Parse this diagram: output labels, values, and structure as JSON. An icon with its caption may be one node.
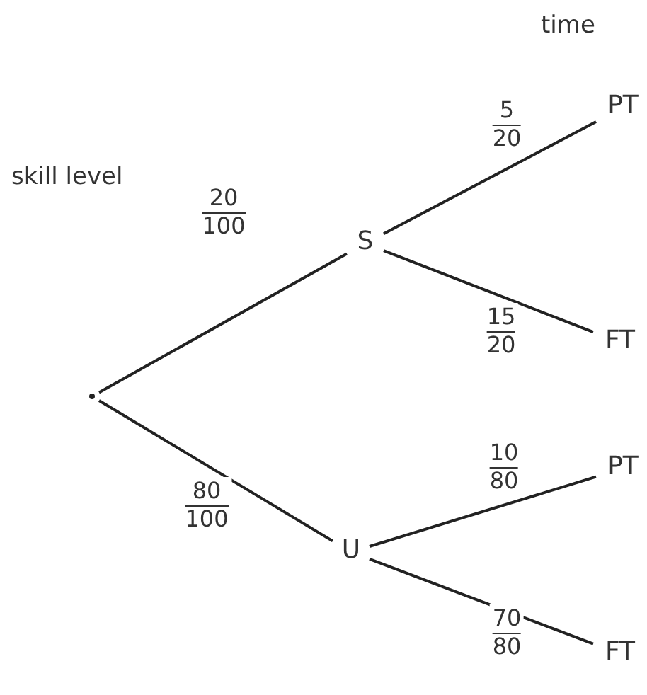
{
  "diagram": {
    "nodes": [
      {
        "text": [],
        "shape": "point"
      },
      {
        "text": [
          "S"
        ]
      },
      {
        "text": [
          "U"
        ]
      },
      {
        "text": [
          "PT"
        ]
      },
      {
        "text": [
          "FT"
        ]
      },
      {
        "text": [
          "PT"
        ]
      },
      {
        "text": [
          "FT"
        ]
      }
    ],
    "edges": [
      {
        "from": 0,
        "to": 1,
        "arrow": "none",
        "label": "20 100"
      },
      {
        "from": 0,
        "to": 2,
        "arrow": "none",
        "label": "80 100"
      },
      {
        "from": 1,
        "to": 3,
        "arrow": "none",
        "label": "5 20"
      },
      {
        "from": 1,
        "to": 4,
        "arrow": "none",
        "label": "15 20"
      },
      {
        "from": 2,
        "to": 5,
        "arrow": "none",
        "label": "10 80"
      },
      {
        "from": 2,
        "to": 6,
        "arrow": "none",
        "label": "70 80"
      }
    ],
    "labels": [
      "time",
      "skill level"
    ]
  }
}
